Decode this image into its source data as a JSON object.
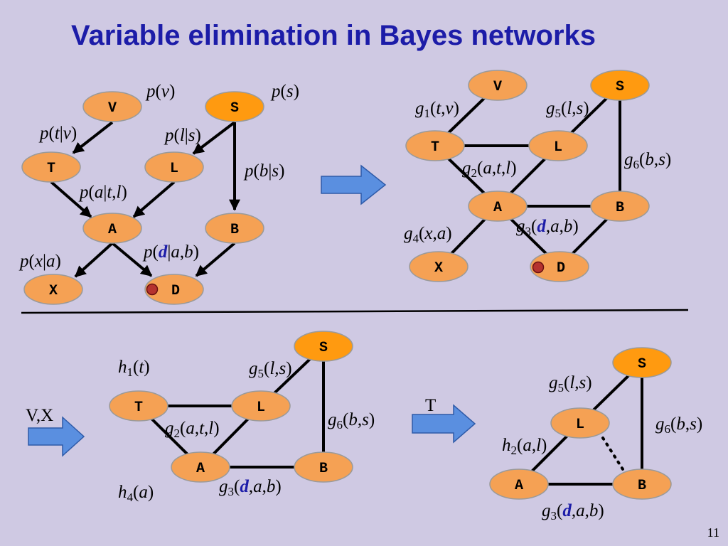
{
  "title": "Variable elimination in Bayes networks",
  "page_number": "11",
  "nodes": {
    "V": "V",
    "S": "S",
    "T": "T",
    "L": "L",
    "A": "A",
    "B": "B",
    "X": "X",
    "D": "D"
  },
  "step_labels": {
    "vx": "V,X",
    "t": "T"
  },
  "colors": {
    "node_fill": "#f5a154",
    "node_s_fill": "#ff9a10",
    "title": "#1c1ca8",
    "evidence_var": "#1c1ca8",
    "evidence_dot": "#b5322e",
    "arrow": "#5a8fe0"
  }
}
